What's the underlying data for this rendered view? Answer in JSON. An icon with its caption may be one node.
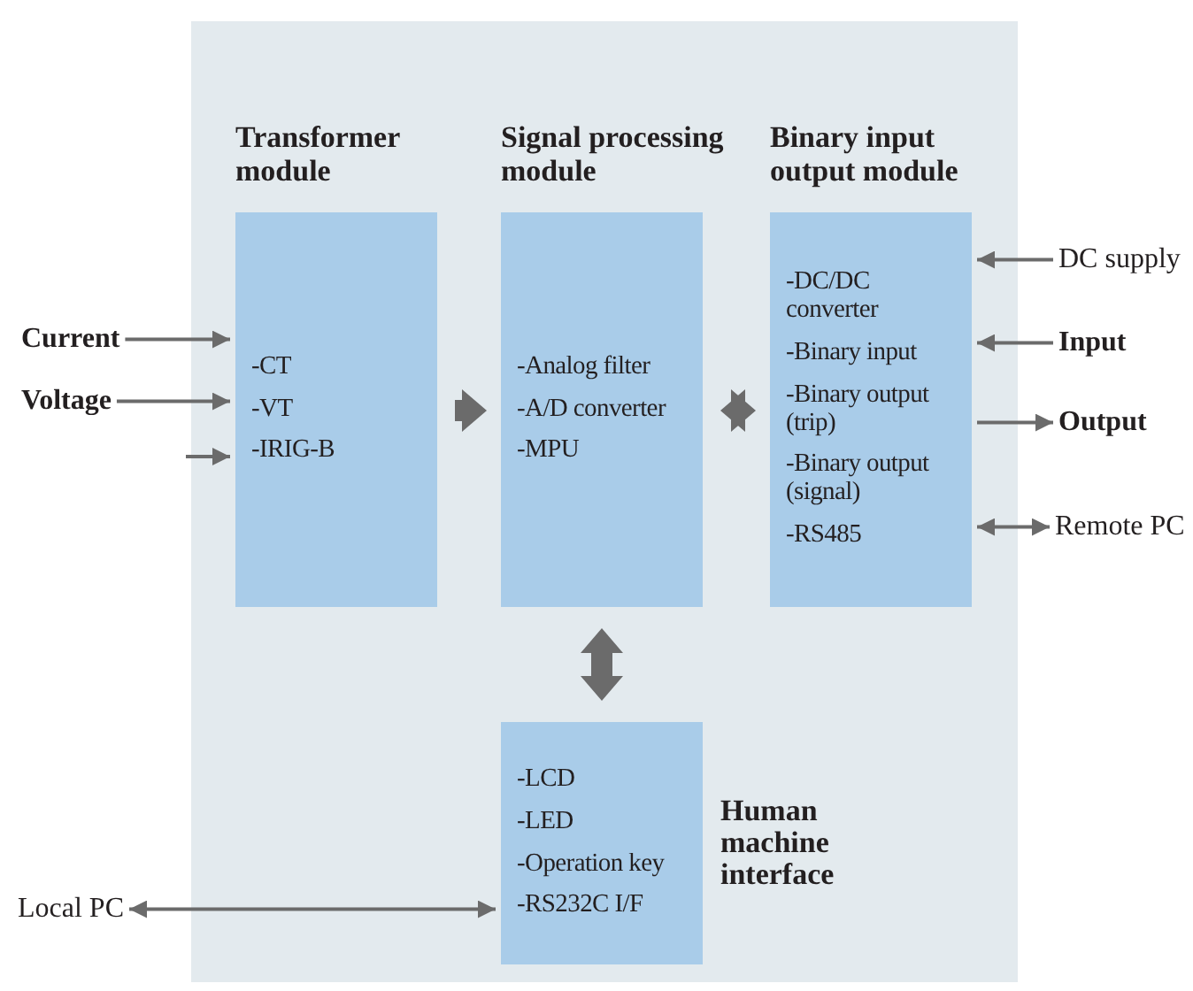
{
  "diagram": {
    "nodes": [
      {
        "text": [],
        "shape": "box"
      },
      {
        "text": [
          "Transformer module",
          "-CT",
          "-VT",
          "-IRIG-B"
        ],
        "in": 0
      },
      {
        "text": [
          "Signal processing module",
          "-Analog filter",
          "-A/D converter",
          "-MPU"
        ],
        "in": 0
      },
      {
        "text": [
          "Binary input output module",
          "-DC/DC converter",
          "-Binary input",
          "-Binary output (trip)",
          "-Binary output (signal)",
          "-RS485"
        ],
        "in": 0
      },
      {
        "text": [
          "-LCD",
          "-LED",
          "-Operation key",
          "-RS232C I/F",
          "Human machine interface"
        ],
        "in": 0
      },
      {
        "text": [
          "Current"
        ]
      },
      {
        "text": [
          "Voltage"
        ]
      },
      {
        "text": [
          "DC supply"
        ]
      },
      {
        "text": [
          "Input"
        ]
      },
      {
        "text": [
          "Output"
        ]
      },
      {
        "text": [
          "Remote PC"
        ]
      },
      {
        "text": [
          "Local PC"
        ]
      }
    ],
    "edges": [
      {
        "from": 5,
        "to": 1,
        "arrow": "to"
      },
      {
        "from": 6,
        "to": 1,
        "arrow": "to"
      },
      {
        "from": null,
        "to": 1,
        "arrow": "to"
      },
      {
        "from": 1,
        "to": 2,
        "arrow": "to",
        "style": "thick"
      },
      {
        "from": 2,
        "to": 3,
        "arrow": "both",
        "style": "thick"
      },
      {
        "from": 2,
        "to": 4,
        "arrow": "both",
        "style": "thick"
      },
      {
        "from": 7,
        "to": 3,
        "arrow": "to"
      },
      {
        "from": 8,
        "to": 3,
        "arrow": "to"
      },
      {
        "from": 3,
        "to": 9,
        "arrow": "to"
      },
      {
        "from": 3,
        "to": 10,
        "arrow": "both"
      },
      {
        "from": 11,
        "to": 4,
        "arrow": "both"
      }
    ]
  }
}
